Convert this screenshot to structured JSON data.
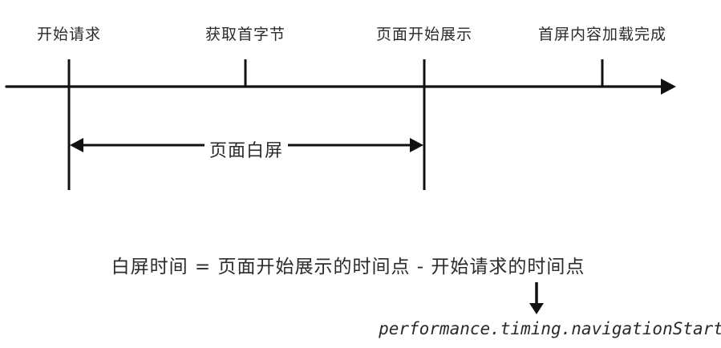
{
  "timeline": {
    "milestones": [
      {
        "label": "开始请求"
      },
      {
        "label": "获取首字节"
      },
      {
        "label": "页面开始展示"
      },
      {
        "label": "首屏内容加载完成"
      }
    ],
    "span_label": "页面白屏"
  },
  "formula": {
    "text": "白屏时间 = 页面开始展示的时间点 - 开始请求的时间点",
    "api_reference": "performance.timing.navigationStart"
  },
  "colors": {
    "stroke": "#111111",
    "text": "#2a2a2a",
    "background": "#ffffff"
  }
}
